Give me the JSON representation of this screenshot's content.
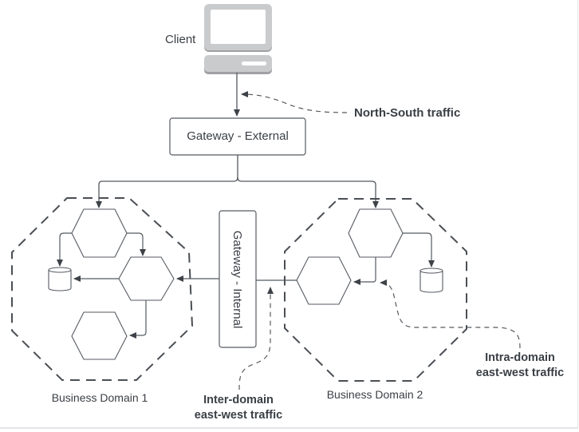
{
  "diagram": {
    "client": {
      "label": "Client",
      "icon": "desktop-computer-icon"
    },
    "gateway_external": {
      "label": "Gateway - External"
    },
    "gateway_internal": {
      "label": "Gateway - Internal"
    },
    "domains": [
      {
        "label": "Business Domain 1",
        "services": 3,
        "databases": 1
      },
      {
        "label": "Business Domain 2",
        "services": 2,
        "databases": 1
      }
    ],
    "annotations": {
      "north_south": "North-South traffic",
      "inter_domain_line1": "Inter-domain",
      "inter_domain_line2": "east-west traffic",
      "intra_domain_line1": "Intra-domain",
      "intra_domain_line2": "east-west traffic"
    },
    "colors": {
      "stroke": "#555a61",
      "text": "#3a3f45",
      "client_body": "#c8c9cb",
      "client_screen": "#ffffff"
    }
  }
}
